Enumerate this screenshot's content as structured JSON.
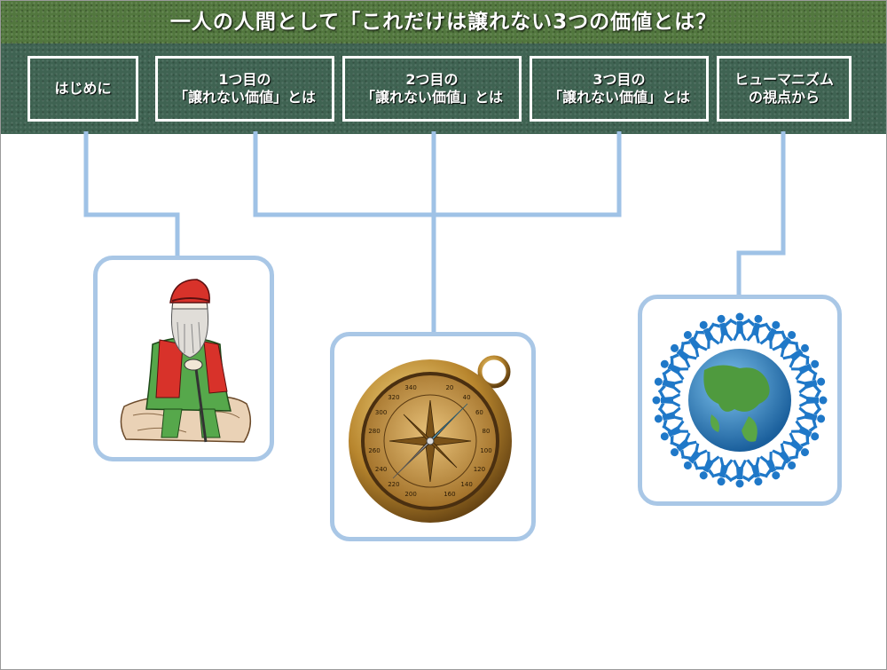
{
  "title": "一人の人間として「これだけは譲れない3つの価値とは？",
  "nav": [
    {
      "lines": [
        "はじめに"
      ]
    },
    {
      "lines": [
        "1つ目の",
        "「譲れない価値」とは"
      ]
    },
    {
      "lines": [
        "2つ目の",
        "「譲れない価値」とは"
      ]
    },
    {
      "lines": [
        "3つ目の",
        "「譲れない価値」とは"
      ]
    },
    {
      "lines": [
        "ヒューマニズム",
        "の視点から"
      ]
    }
  ],
  "compass_marks": [
    "100",
    "120",
    "140",
    "160",
    "200",
    "220",
    "240",
    "260",
    "280",
    "300",
    "320",
    "340",
    "20",
    "40",
    "60",
    "80"
  ],
  "colors": {
    "connector": "#9fc2e6",
    "card_border": "#a9c7e6",
    "header": "#3f6352",
    "titlebar": "#52773e"
  },
  "icons": [
    "old-man-illustration",
    "compass-illustration",
    "globe-people-illustration"
  ]
}
